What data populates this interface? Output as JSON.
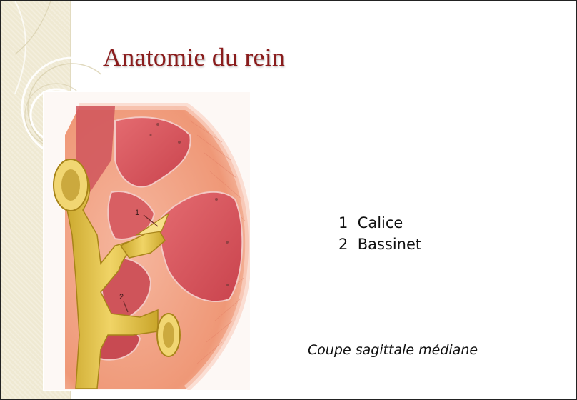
{
  "slide": {
    "title": "Anatomie du rein",
    "legend": [
      {
        "number": "1",
        "label": "Calice"
      },
      {
        "number": "2",
        "label": "Bassinet"
      }
    ],
    "caption": "Coupe sagittale médiane",
    "figure_labels": {
      "calice": "1",
      "bassinet": "2"
    }
  },
  "colors": {
    "title": "#8a1c1c",
    "band": "#efe9d2",
    "kidney_cortex": "#f2a58a",
    "pyramid": "#d9575f",
    "collecting_system": "#e2c24a"
  },
  "icons": {
    "decor": "concentric-arcs-ornament"
  }
}
